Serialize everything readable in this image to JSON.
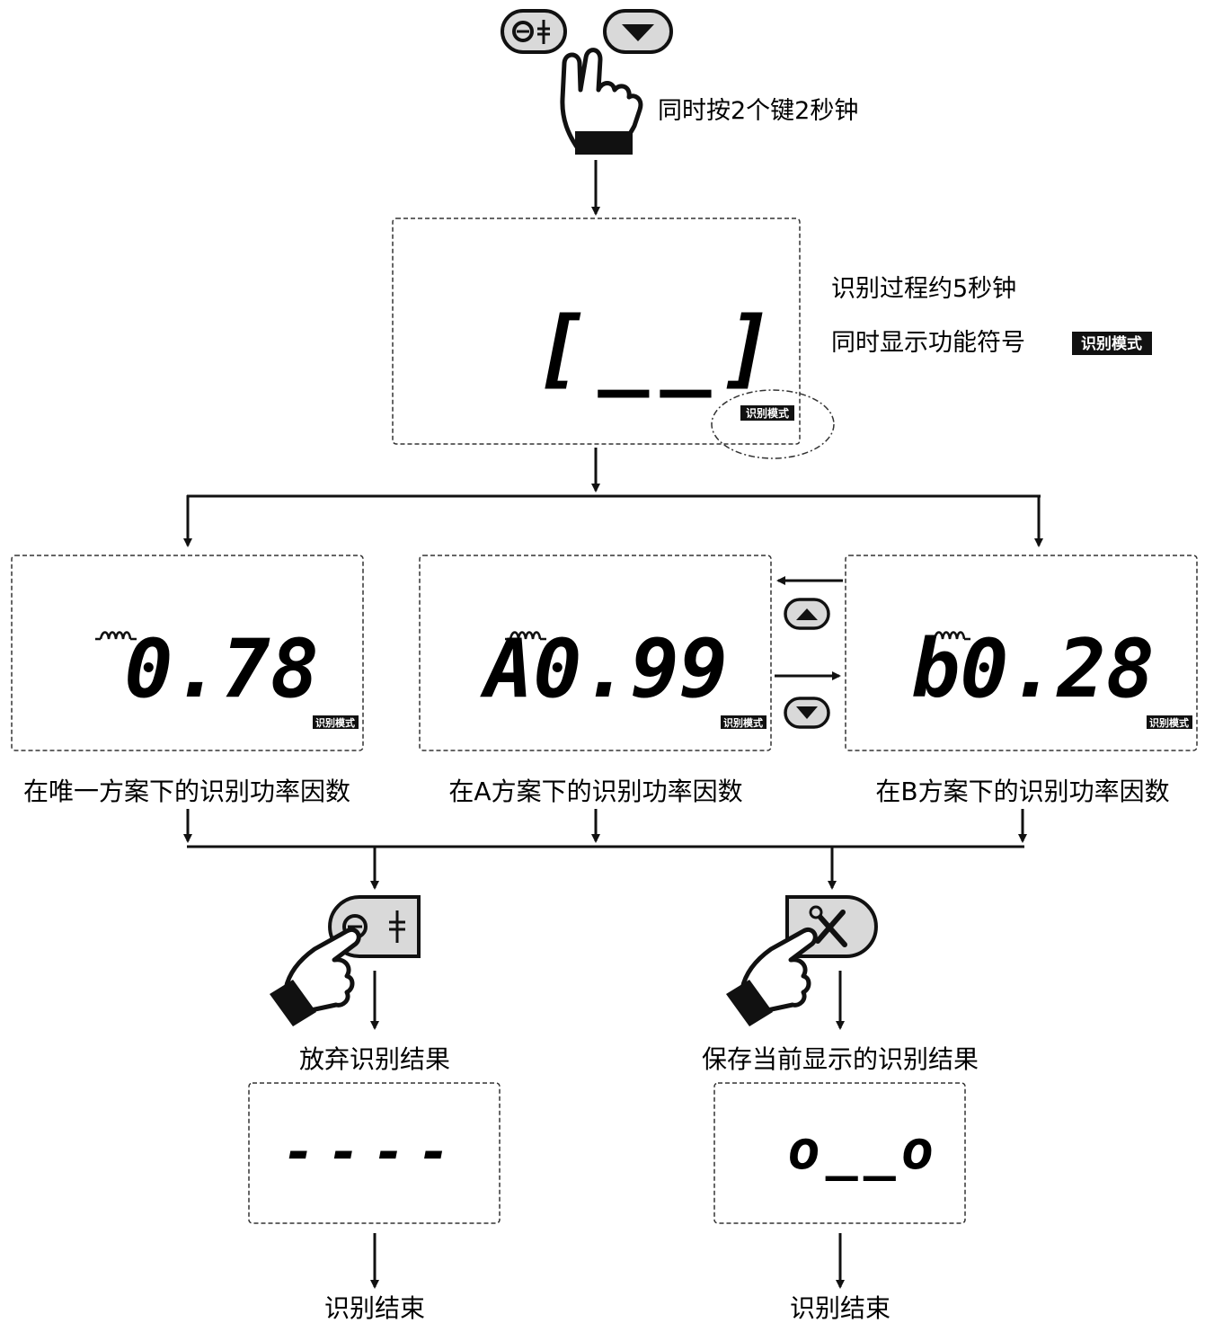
{
  "colors": {
    "line": "#111111",
    "button_fill": "#d9d9d9",
    "badge_bg": "#111111",
    "badge_text": "#ffffff"
  },
  "icons": {
    "top_left_button": "identify-key-icon",
    "top_right_button": "down-arrow-icon",
    "switch_up_button": "up-arrow-icon",
    "switch_down_button": "down-arrow-icon",
    "cancel_button": "identify-key-icon",
    "save_button": "wrench-screwdriver-icon",
    "hand": "pressing-hand-icon",
    "inductor": "inductor-icon"
  },
  "step1": {
    "instruction": "同时按2个键2秒钟"
  },
  "identify": {
    "display_chars": [
      "[",
      "_",
      "_",
      "]"
    ],
    "badge": "识别模式",
    "note_line1": "识别过程约5秒钟",
    "note_line2": "同时显示功能符号",
    "note_badge": "识别模式"
  },
  "panels": [
    {
      "id": "single",
      "value": "0.78",
      "badge": "识别模式",
      "caption": "在唯一方案下的识别功率因数"
    },
    {
      "id": "a",
      "value": "A0.99",
      "badge": "识别模式",
      "caption": "在A方案下的识别功率因数"
    },
    {
      "id": "b",
      "value": "b0.28",
      "badge": "识别模式",
      "caption": "在B方案下的识别功率因数"
    }
  ],
  "cancel": {
    "label": "放弃识别结果",
    "display": "----",
    "end": "识别结束"
  },
  "save": {
    "label": "保存当前显示的识别结果",
    "display": "o__o",
    "end": "识别结束"
  }
}
